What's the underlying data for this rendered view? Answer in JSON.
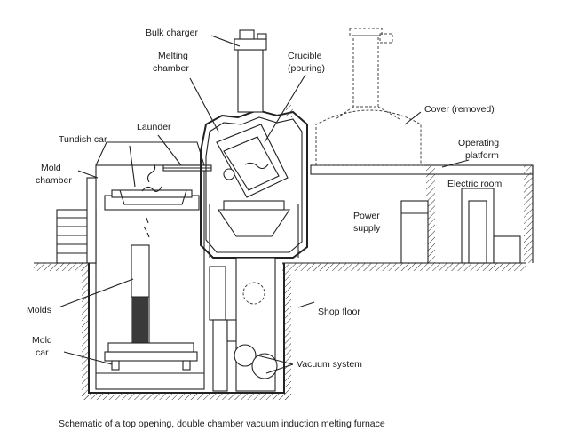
{
  "labels": {
    "bulk_charger": "Bulk charger",
    "melting_chamber_1": "Melting",
    "melting_chamber_2": "chamber",
    "crucible_1": "Crucible",
    "crucible_2": "(pouring)",
    "cover": "Cover (removed)",
    "launder": "Launder",
    "tundish_car": "Tundish car",
    "operating_platform_1": "Operating",
    "operating_platform_2": "platform",
    "mold_chamber_1": "Mold",
    "mold_chamber_2": "chamber",
    "electric_room": "Electric room",
    "power_supply_1": "Power",
    "power_supply_2": "supply",
    "shop_floor": "Shop floor",
    "molds": "Molds",
    "mold_car_1": "Mold",
    "mold_car_2": "car",
    "vacuum_system": "Vacuum system"
  },
  "caption": "Schematic of a top opening, double chamber vacuum induction melting furnace"
}
